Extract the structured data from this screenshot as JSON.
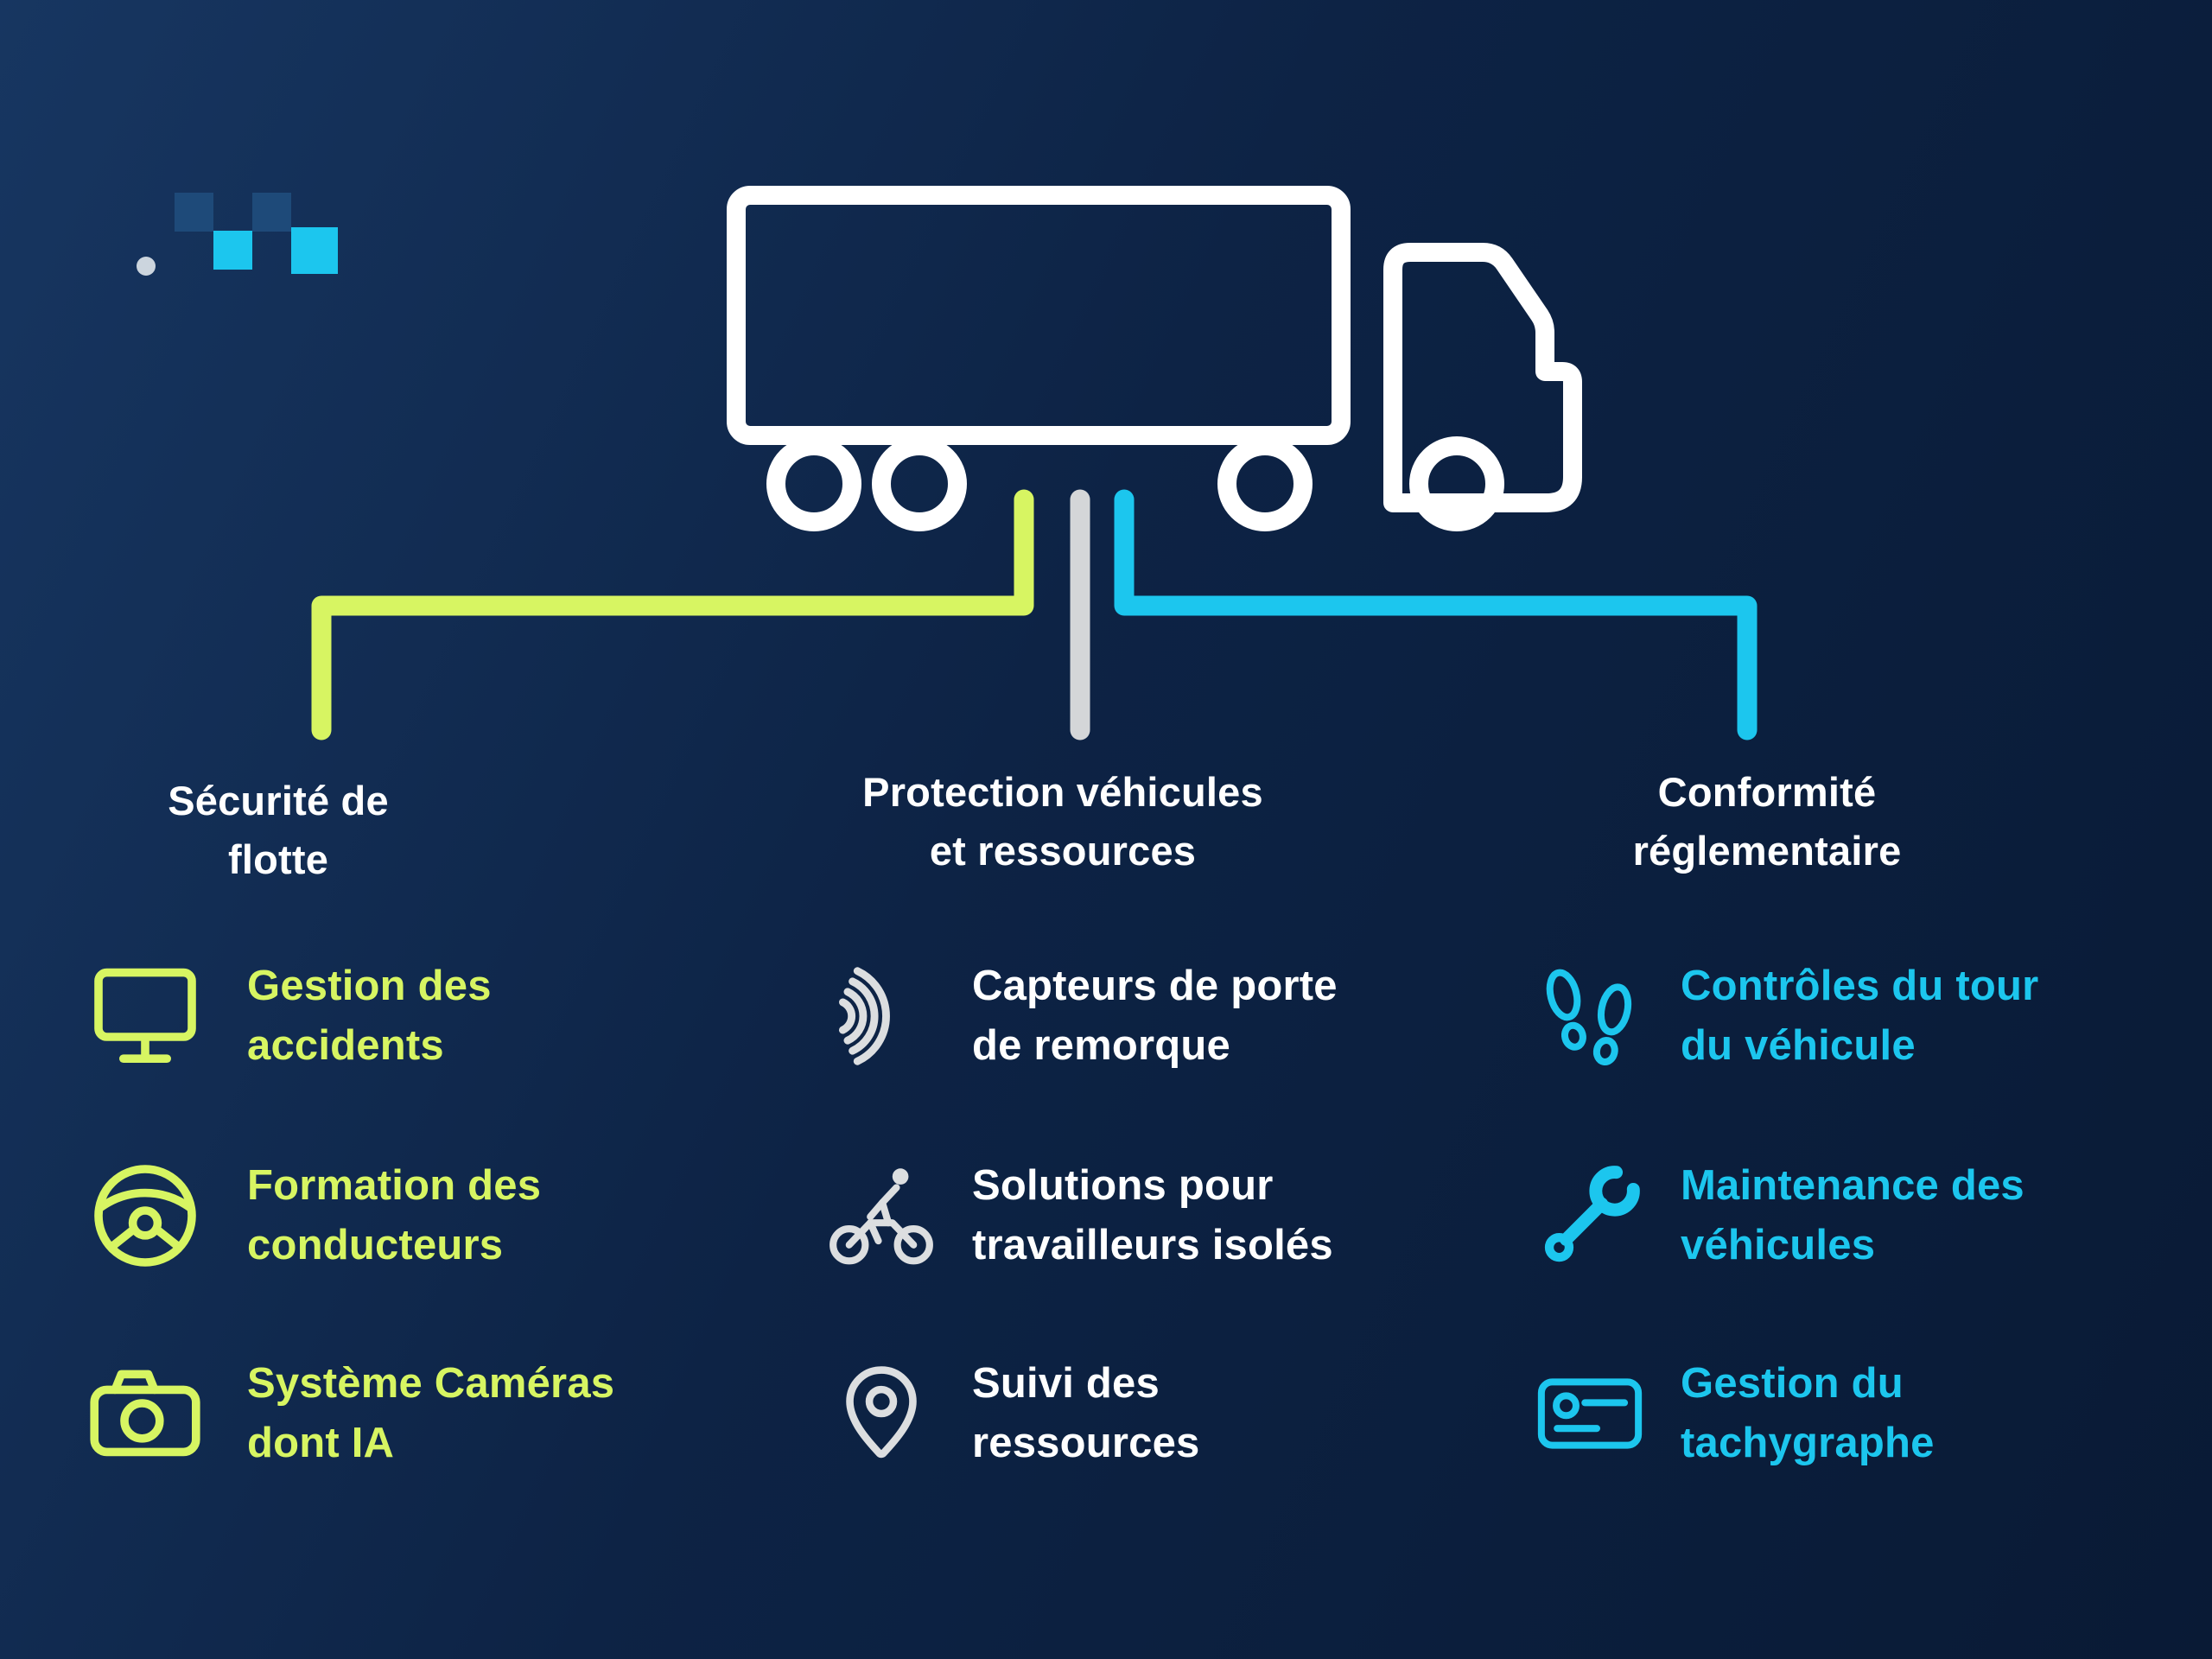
{
  "colors": {
    "lime": "#d7f562",
    "cyan": "#1cc6ee",
    "white": "#ffffff",
    "line_gray": "#d4d6d8",
    "icon_gray": "#dcdee0",
    "logo_navy": "#1e4a79",
    "logo_dot": "#ccd5de",
    "bg_top": "#173661",
    "bg_bottom": "#091a35"
  },
  "columns": [
    {
      "key": "fleet-safety",
      "title_lines": [
        "Sécurité de",
        "flotte"
      ],
      "items": [
        {
          "icon": "monitor-icon",
          "lines": [
            "Gestion des",
            "accidents"
          ]
        },
        {
          "icon": "steering-wheel-icon",
          "lines": [
            "Formation des",
            "conducteurs"
          ]
        },
        {
          "icon": "camera-icon",
          "lines": [
            "Système Caméras",
            "dont IA"
          ]
        }
      ]
    },
    {
      "key": "vehicle-protection",
      "title_lines": [
        "Protection véhicules",
        "et ressources"
      ],
      "items": [
        {
          "icon": "door-sensor-icon",
          "lines": [
            "Capteurs de porte",
            "de remorque"
          ]
        },
        {
          "icon": "cyclist-icon",
          "lines": [
            "Solutions pour",
            "travailleurs isolés"
          ]
        },
        {
          "icon": "location-pin-icon",
          "lines": [
            "Suivi des",
            "ressources"
          ]
        }
      ]
    },
    {
      "key": "regulatory-compliance",
      "title_lines": [
        "Conformité",
        "réglementaire"
      ],
      "items": [
        {
          "icon": "footprints-icon",
          "lines": [
            "Contrôles du tour",
            "du véhicule"
          ]
        },
        {
          "icon": "wrench-icon",
          "lines": [
            "Maintenance des",
            "véhicules"
          ]
        },
        {
          "icon": "tachograph-card-icon",
          "lines": [
            "Gestion du",
            "tachygraphe"
          ]
        }
      ]
    }
  ]
}
